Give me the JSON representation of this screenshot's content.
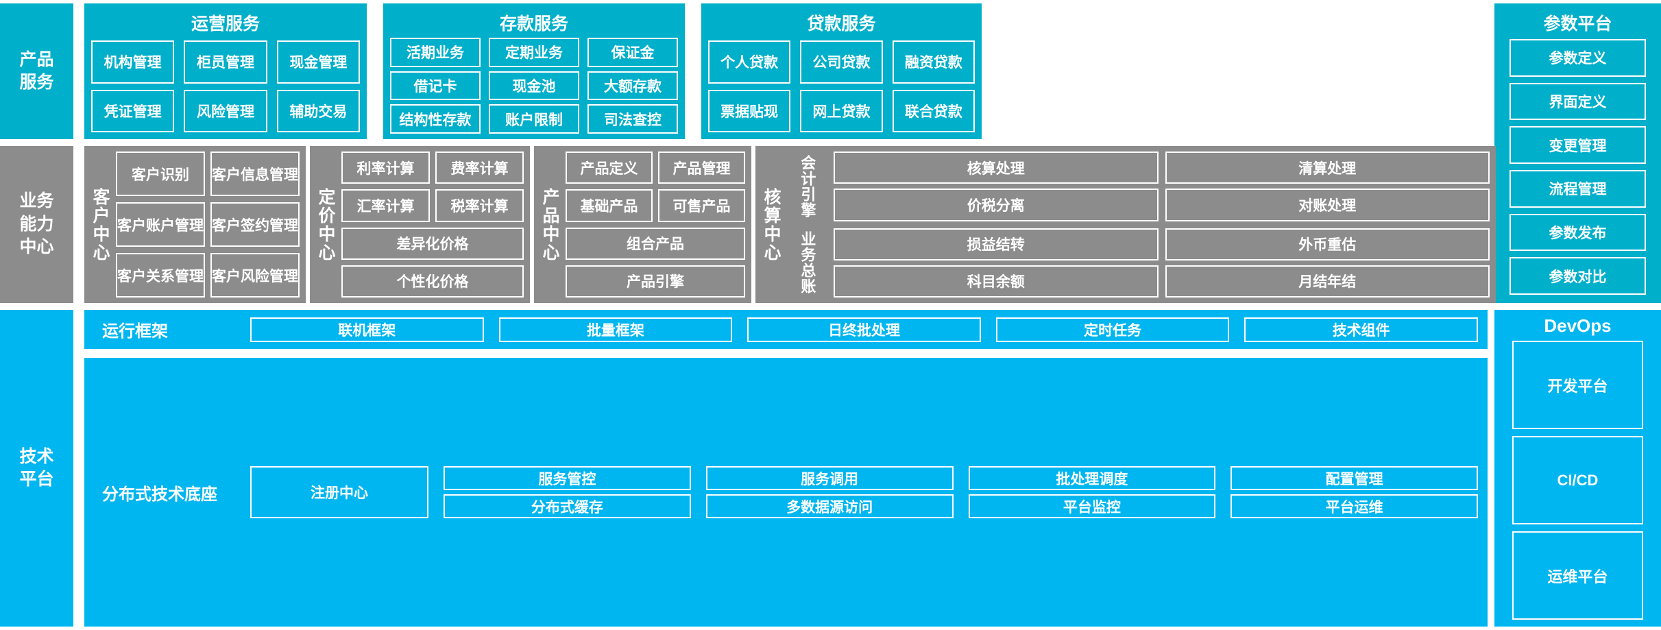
{
  "colors": {
    "teal": "#00AFCA",
    "gray": "#8C8C8C",
    "blue": "#00B6F0",
    "border": "#FFFFFF",
    "background": "#FFFFFF"
  },
  "layers": {
    "product_services": {
      "label_line1": "产品",
      "label_line2": "服务"
    },
    "business_capability": {
      "label_line1": "业务",
      "label_line2": "能力",
      "label_line3": "中心"
    },
    "technical_platform": {
      "label_line1": "技术",
      "label_line2": "平台"
    }
  },
  "product_services": {
    "operation_service": {
      "title": "运营服务",
      "items": [
        "机构管理",
        "柜员管理",
        "现金管理",
        "凭证管理",
        "风险管理",
        "辅助交易"
      ]
    },
    "deposit_service": {
      "title": "存款服务",
      "items": [
        "活期业务",
        "定期业务",
        "保证金",
        "借记卡",
        "现金池",
        "大额存款",
        "结构性存款",
        "账户限制",
        "司法查控"
      ]
    },
    "loan_service": {
      "title": "贷款服务",
      "items": [
        "个人贷款",
        "公司贷款",
        "融资贷款",
        "票据贴现",
        "网上贷款",
        "联合贷款"
      ]
    }
  },
  "parameter_platform": {
    "title": "参数平台",
    "items": [
      "参数定义",
      "界面定义",
      "变更管理",
      "流程管理",
      "参数发布",
      "参数对比"
    ]
  },
  "business_capability": {
    "customer_center": {
      "label": "客户中心",
      "items": [
        "客户识别",
        "客户信息管理",
        "客户账户管理",
        "客户签约管理",
        "客户关系管理",
        "客户风险管理"
      ]
    },
    "pricing_center": {
      "label": "定价中心",
      "items": [
        "利率计算",
        "费率计算",
        "汇率计算",
        "税率计算"
      ],
      "wide_items": [
        "差异化价格",
        "个性化价格"
      ]
    },
    "product_center": {
      "label": "产品中心",
      "items": [
        "产品定义",
        "产品管理",
        "基础产品",
        "可售产品"
      ],
      "wide_items": [
        "组合产品",
        "产品引擎"
      ]
    },
    "accounting_center": {
      "label": "核算中心",
      "sub_blocks": [
        {
          "label": "会计引擎",
          "items": [
            "核算处理",
            "清算处理",
            "价税分离",
            "对账处理"
          ]
        },
        {
          "label": "业务总账",
          "items": [
            "损益结转",
            "外币重估",
            "科目余额",
            "月结年结"
          ]
        }
      ]
    }
  },
  "technical_platform": {
    "runtime_framework": {
      "title": "运行框架",
      "items": [
        "联机框架",
        "批量框架",
        "日终批处理",
        "定时任务",
        "技术组件"
      ]
    },
    "distributed_base": {
      "title": "分布式技术底座",
      "registry": "注册中心",
      "items": [
        "服务管控",
        "服务调用",
        "批处理调度",
        "配置管理",
        "分布式缓存",
        "多数据源访问",
        "平台监控",
        "平台运维"
      ]
    }
  },
  "devops": {
    "title": "DevOps",
    "items": [
      "开发平台",
      "CI/CD",
      "运维平台"
    ]
  }
}
